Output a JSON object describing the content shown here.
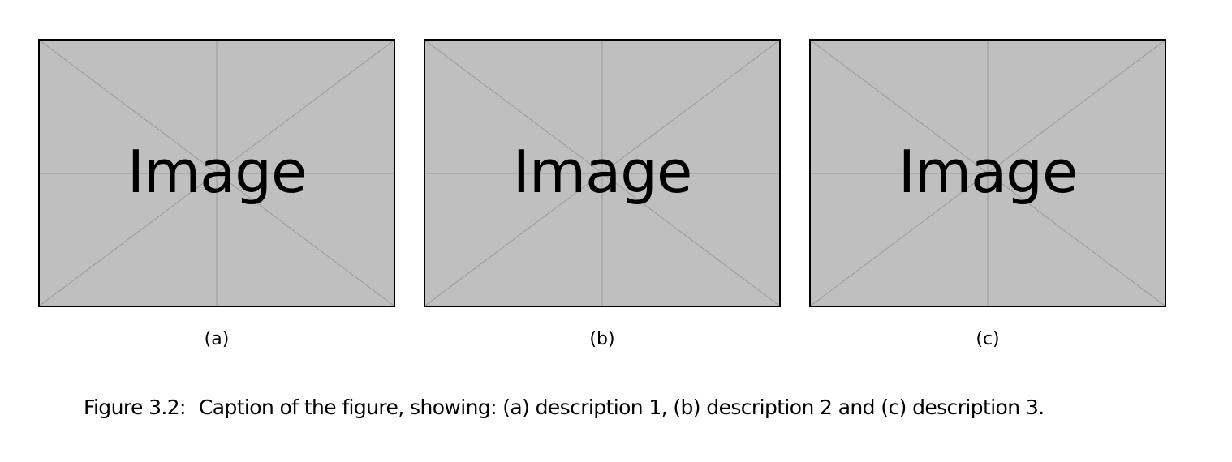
{
  "figure": {
    "subfigures": [
      {
        "placeholder_text": "Image",
        "label": "(a)"
      },
      {
        "placeholder_text": "Image",
        "label": "(b)"
      },
      {
        "placeholder_text": "Image",
        "label": "(c)"
      }
    ],
    "caption": {
      "number": "Figure 3.2:",
      "text": "Caption of the figure, showing: (a) description 1, (b) description 2 and (c) description 3."
    }
  },
  "colors": {
    "placeholder_fill": "#bfbfbf",
    "placeholder_lines": "#9a9a9a",
    "border": "#000000"
  }
}
